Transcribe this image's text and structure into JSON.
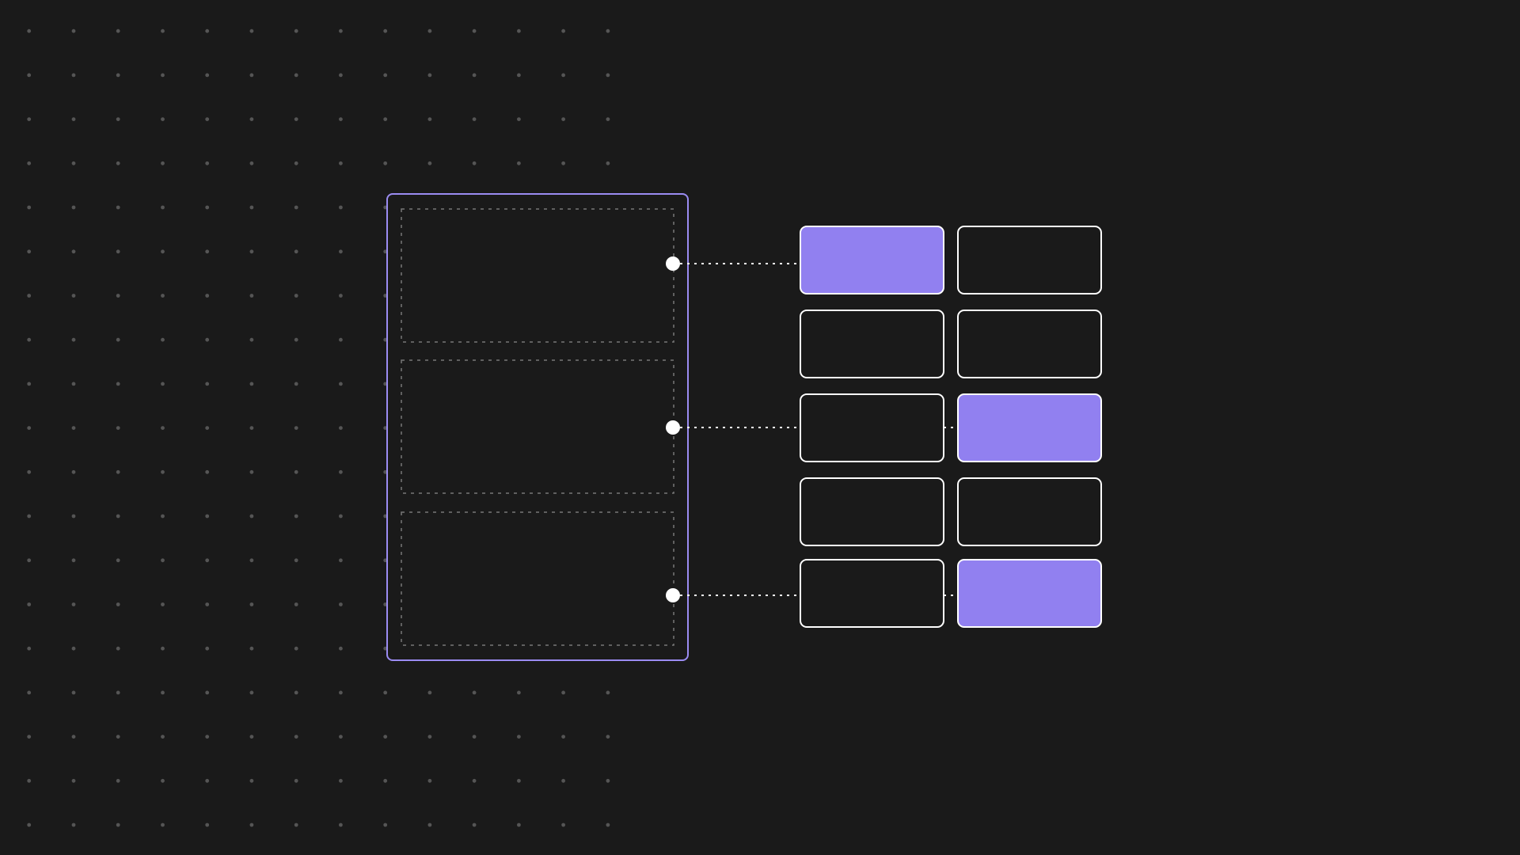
{
  "colors": {
    "background": "#1a1a1a",
    "dot": "#555555",
    "panel_border": "#9b8cf2",
    "slot_border": "#777777",
    "cell_border": "#ffffff",
    "cell_fill_active": "#9180f0",
    "connector": "#ffffff"
  },
  "panel": {
    "slots": [
      {
        "id": "slot-1"
      },
      {
        "id": "slot-2"
      },
      {
        "id": "slot-3"
      }
    ]
  },
  "grid": {
    "rows": 5,
    "cols": 2,
    "cells": [
      {
        "row": 0,
        "col": 0,
        "active": true
      },
      {
        "row": 0,
        "col": 1,
        "active": false
      },
      {
        "row": 1,
        "col": 0,
        "active": false
      },
      {
        "row": 1,
        "col": 1,
        "active": false
      },
      {
        "row": 2,
        "col": 0,
        "active": false
      },
      {
        "row": 2,
        "col": 1,
        "active": true
      },
      {
        "row": 3,
        "col": 0,
        "active": false
      },
      {
        "row": 3,
        "col": 1,
        "active": false
      },
      {
        "row": 4,
        "col": 0,
        "active": false
      },
      {
        "row": 4,
        "col": 1,
        "active": true
      }
    ]
  },
  "connections": [
    {
      "from_slot": 0,
      "to_row": 0,
      "to_col": 0
    },
    {
      "from_slot": 1,
      "to_row": 2,
      "to_col": 1
    },
    {
      "from_slot": 2,
      "to_row": 4,
      "to_col": 1
    }
  ]
}
